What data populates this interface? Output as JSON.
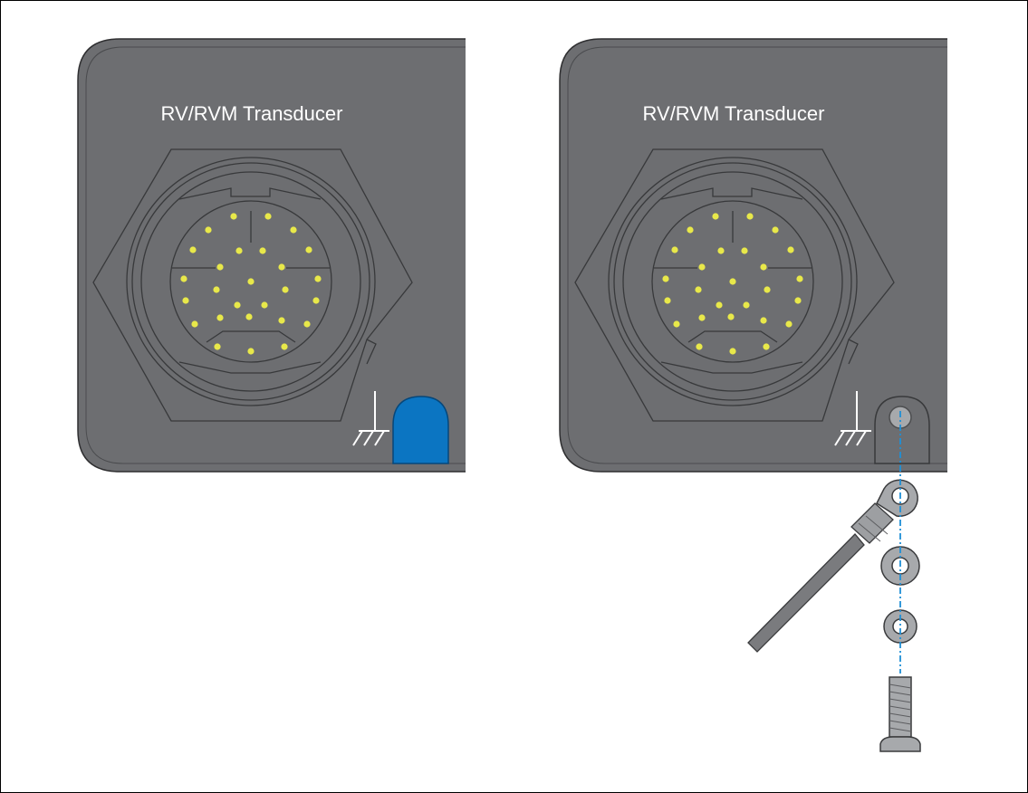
{
  "panels": [
    {
      "label": "RV/RVM Transducer",
      "state": "cap-installed"
    },
    {
      "label": "RV/RVM Transducer",
      "state": "ground-lug-exploded"
    }
  ],
  "colors": {
    "frame": "#000000",
    "panel": "#6d6e71",
    "panel_edge": "#3c3c3e",
    "pin": "#e8e84a",
    "cap": "#0b75c2",
    "hardware": "#a7a9ac",
    "guide": "#1f8fd6"
  },
  "connector": {
    "pin_count": 27
  },
  "icons": [
    "ground-symbol-icon",
    "protective-cap-icon",
    "ring-terminal-icon",
    "washer-icon",
    "screw-icon"
  ]
}
